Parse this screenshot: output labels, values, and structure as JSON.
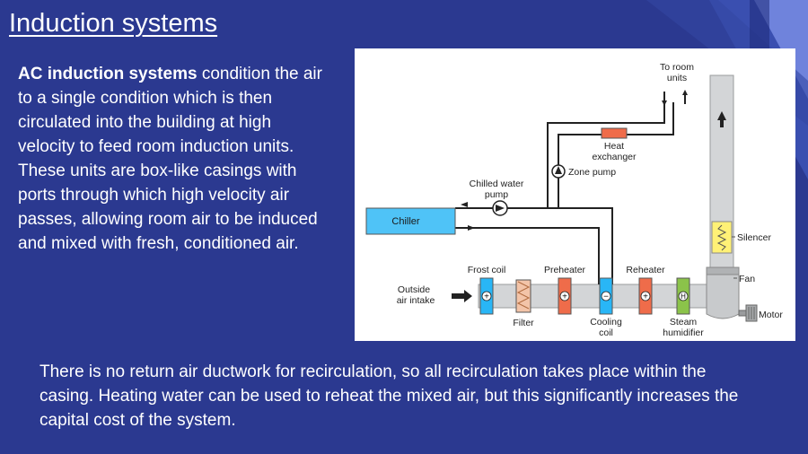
{
  "slide": {
    "title": "Induction systems",
    "lead_bold": "AC induction systems",
    "lead_rest": " condition the air to a single condition which is then circulated into the building at high velocity to feed room induction units. These units are box-like casings with ports through which high velocity air passes, allowing room air to be induced and mixed with fresh, conditioned air.",
    "bottom_text": "There is no return air ductwork for recirculation, so all recirculation takes place within the casing. Heating water can be used to reheat the mixed air, but this significantly increases the capital cost of the system."
  },
  "diagram": {
    "to_room_units_line1": "To room",
    "to_room_units_line2": "units",
    "heat_exchanger_line1": "Heat",
    "heat_exchanger_line2": "exchanger",
    "zone_pump": "Zone pump",
    "chilled_water_pump_line1": "Chilled water",
    "chilled_water_pump_line2": "pump",
    "chiller": "Chiller",
    "silencer": "Silencer",
    "frost_coil": "Frost coil",
    "preheater": "Preheater",
    "reheater": "Reheater",
    "fan": "Fan",
    "outside_air_line1": "Outside",
    "outside_air_line2": "air intake",
    "filter": "Filter",
    "cooling_coil_line1": "Cooling",
    "cooling_coil_line2": "coil",
    "steam_humidifier_line1": "Steam",
    "steam_humidifier_line2": "humidifier",
    "motor": "Motor",
    "plus_symbol": "+",
    "minus_symbol": "−",
    "humidifier_symbol": "H"
  },
  "colors": {
    "background": "#2b3990",
    "chiller_fill": "#4fc3f7",
    "heater_fill": "#ef6c4a",
    "frost_coil_fill": "#29b6f6",
    "humidifier_fill": "#8bc34a",
    "silencer_fill": "#fff176",
    "duct_fill": "#d3d5d7"
  }
}
